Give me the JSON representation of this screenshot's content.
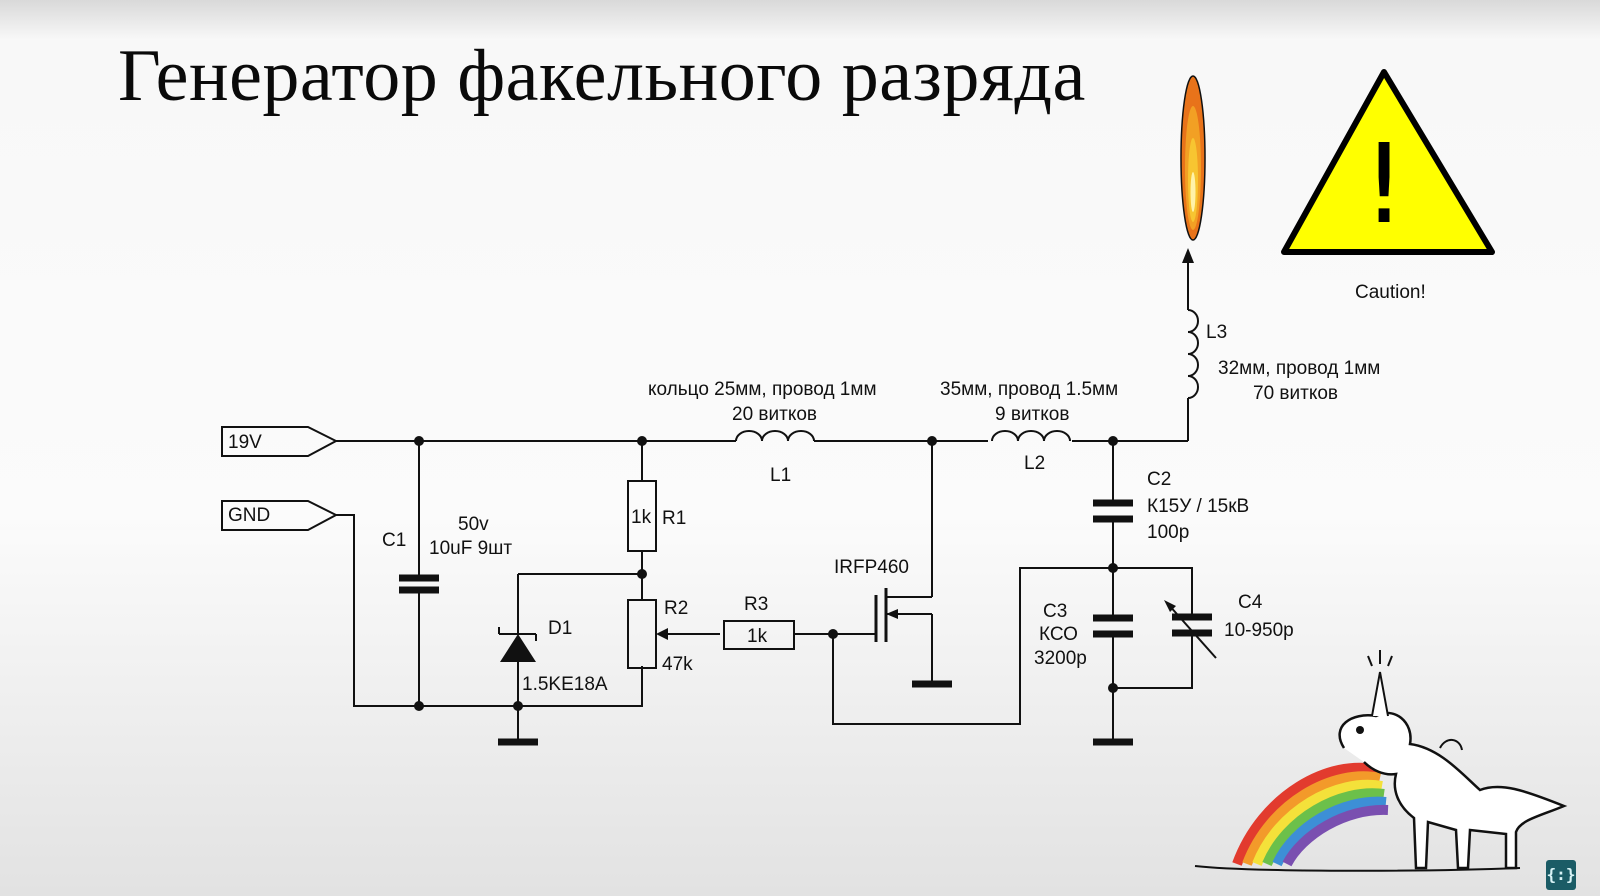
{
  "title": "Генератор факельного разряда",
  "caution": {
    "text": "Caution!",
    "symbol": "!"
  },
  "ports": {
    "vin": "19V",
    "gnd": "GND"
  },
  "components": {
    "c1": {
      "ref": "C1",
      "spec1": "50v",
      "spec2": "10uF 9шт"
    },
    "r1": {
      "ref": "R1",
      "value": "1k"
    },
    "r2": {
      "ref": "R2",
      "value": "47k"
    },
    "r3": {
      "ref": "R3",
      "value": "1k"
    },
    "d1": {
      "ref": "D1",
      "value": "1.5KE18A"
    },
    "l1": {
      "ref": "L1",
      "spec1": "кольцо 25мм, провод 1мм",
      "spec2": "20 витков"
    },
    "l2": {
      "ref": "L2",
      "spec1": "35мм, провод 1.5мм",
      "spec2": "9 витков"
    },
    "l3": {
      "ref": "L3",
      "spec1": "32мм, провод 1мм",
      "spec2": "70 витков"
    },
    "q1": {
      "ref": "IRFP460"
    },
    "c2": {
      "ref": "C2",
      "spec1": "К15У / 15кВ",
      "spec2": "100p"
    },
    "c3": {
      "ref": "C3",
      "spec1": "КСО",
      "spec2": "3200p"
    },
    "c4": {
      "ref": "C4",
      "value": "10-950p"
    }
  },
  "colors": {
    "warning": "#ffff00",
    "flame_outer": "#e8731a",
    "flame_inner": "#f7c531",
    "logo_bg": "#1b5c66"
  },
  "icons": [
    "flame-icon",
    "warning-triangle-icon",
    "unicorn-rainbow-illustration",
    "channel-logo-icon"
  ],
  "logo_text": "{:}"
}
